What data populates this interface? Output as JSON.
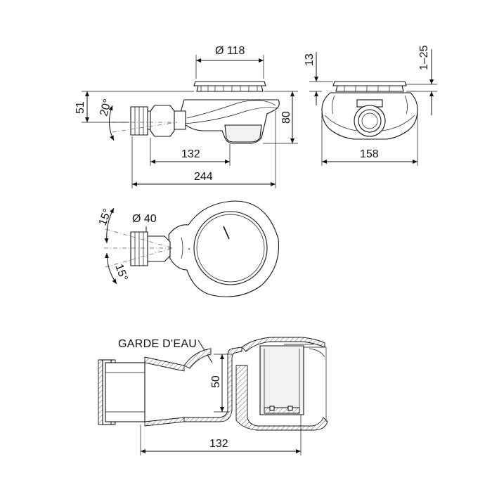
{
  "side_view": {
    "dim_diameter": "Ø 118",
    "dim_height_left": "51",
    "dim_angle": "20°",
    "dim_height_right": "80",
    "dim_offset": "132",
    "dim_length": "244"
  },
  "front_view": {
    "dim_top": "13",
    "dim_adjust": "1–25",
    "dim_width": "158"
  },
  "top_view": {
    "dim_diameter": "Ø 40",
    "dim_angle_upper": "15°",
    "dim_angle_lower": "15°"
  },
  "section_view": {
    "label_water_seal": "GARDE D'EAU",
    "dim_seal_height": "50",
    "dim_offset": "132"
  }
}
